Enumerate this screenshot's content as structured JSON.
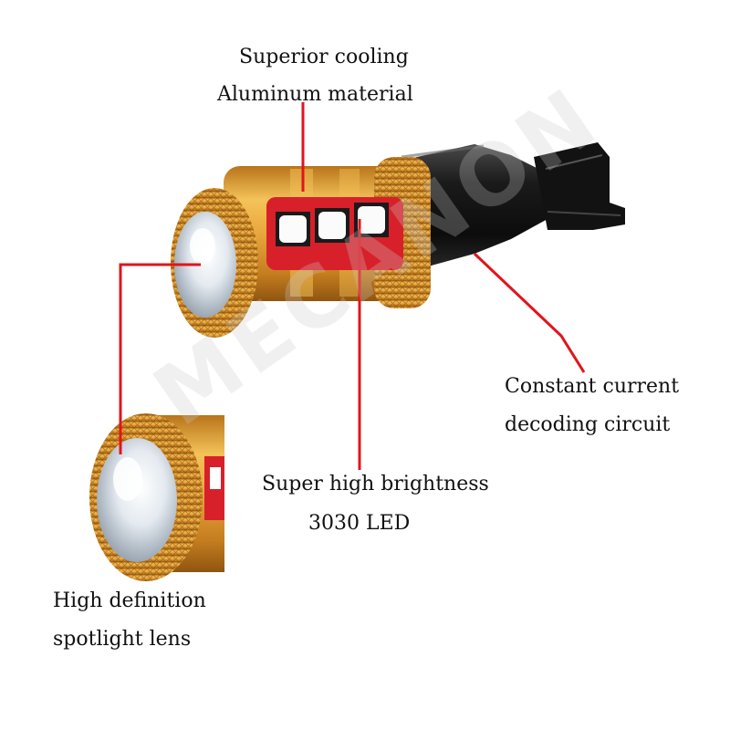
{
  "watermark": "MECANON",
  "labels": {
    "cooling_line1": "Superior cooling",
    "cooling_line2": "Aluminum material",
    "circuit_line1": "Constant current",
    "circuit_line2": "decoding circuit",
    "led_line1": "Super high brightness",
    "led_line2": "3030 LED",
    "lens_line1": "High definition",
    "lens_line2": "spotlight lens"
  },
  "colors": {
    "leader_line": "#e2141c",
    "aluminum_gold": "#e2a23a",
    "led_board_red": "#d8202a",
    "base_black": "#151515"
  }
}
